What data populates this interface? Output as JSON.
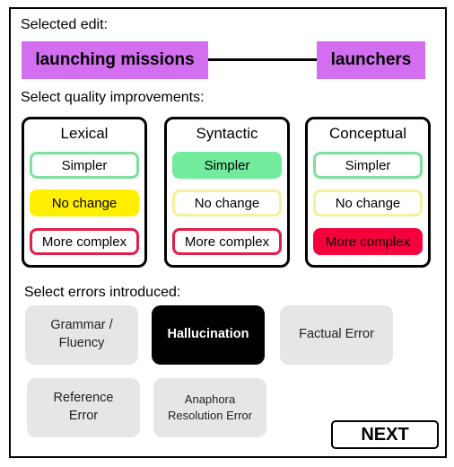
{
  "selected_edit": {
    "label": "Selected edit:",
    "source": "launching missions",
    "target": "launchers",
    "chip_color": "#d46ef0"
  },
  "quality": {
    "label": "Select quality improvements:",
    "categories": [
      {
        "title": "Lexical",
        "options": [
          {
            "label": "Simpler",
            "style": "outline",
            "color": "#7fdf9f"
          },
          {
            "label": "No change",
            "style": "filled",
            "color": "#fff000"
          },
          {
            "label": "More complex",
            "style": "outline",
            "color": "#e0204a"
          }
        ]
      },
      {
        "title": "Syntactic",
        "options": [
          {
            "label": "Simpler",
            "style": "filled",
            "color": "#72ec9c"
          },
          {
            "label": "No change",
            "style": "outline",
            "color": "#f5f09a"
          },
          {
            "label": "More complex",
            "style": "outline",
            "color": "#e0204a"
          }
        ]
      },
      {
        "title": "Conceptual",
        "options": [
          {
            "label": "Simpler",
            "style": "outline",
            "color": "#7fdf9f"
          },
          {
            "label": "No change",
            "style": "outline",
            "color": "#f5f09a"
          },
          {
            "label": "More complex",
            "style": "filled",
            "color": "#f5003c"
          }
        ]
      }
    ]
  },
  "errors": {
    "label": "Select errors introduced:",
    "items": [
      {
        "line1": "Grammar /",
        "line2": "Fluency",
        "selected": false
      },
      {
        "line1": "Hallucination",
        "line2": "",
        "selected": true
      },
      {
        "line1": "Factual Error",
        "line2": "",
        "selected": false
      },
      {
        "line1": "Reference",
        "line2": "Error",
        "selected": false
      },
      {
        "line1": "Anaphora",
        "line2": "Resolution Error",
        "selected": false
      }
    ],
    "selected_color": "#000000",
    "unselected_color": "#e6e6e6"
  },
  "next_label": "NEXT"
}
